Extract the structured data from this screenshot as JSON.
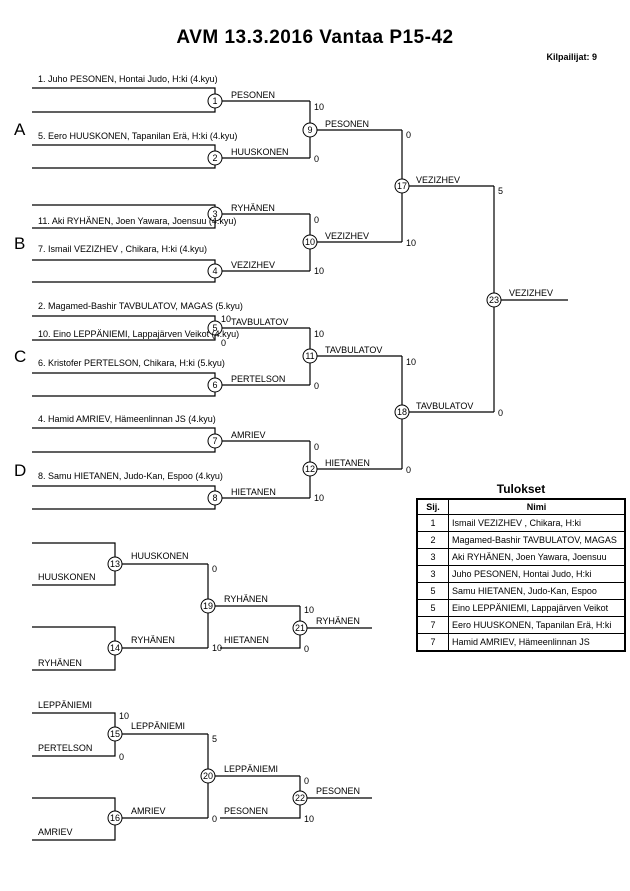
{
  "header": {
    "title": "AVM  13.3.2016  Vantaa    P15-42",
    "competitors": "Kilpailijat: 9"
  },
  "pools": [
    "A",
    "B",
    "C",
    "D"
  ],
  "entrants": [
    "1. Juho PESONEN, Hontai Judo, H:ki (4.kyu)",
    "5. Eero HUUSKONEN, Tapanilan Erä, H:ki (4.kyu)",
    "11. Aki RYHÄNEN, Joen Yawara, Joensuu (4.kyu)",
    "7. Ismail VEZIZHEV , Chikara, H:ki (4.kyu)",
    "2. Magamed-Bashir TAVBULATOV, MAGAS (5.kyu)",
    "10. Eino LEPPÄNIEMI, Lappajärven Veikot (4.kyu)",
    "6. Kristofer PERTELSON, Chikara, H:ki (5.kyu)",
    "4. Hamid AMRIEV, Hämeenlinnan JS (4.kyu)",
    "8. Samu HIETANEN, Judo-Kan, Espoo (4.kyu)"
  ],
  "matches": {
    "m1": {
      "number": "1",
      "winner": "PESONEN"
    },
    "m2": {
      "number": "2",
      "winner": "HUUSKONEN"
    },
    "m3": {
      "number": "3",
      "winner": "RYHÄNEN"
    },
    "m4": {
      "number": "4",
      "winner": "VEZIZHEV"
    },
    "m5": {
      "number": "5",
      "winner": "TAVBULATOV",
      "s_top": "10",
      "s_bot": "0"
    },
    "m6": {
      "number": "6",
      "winner": "PERTELSON"
    },
    "m7": {
      "number": "7",
      "winner": "AMRIEV"
    },
    "m8": {
      "number": "8",
      "winner": "HIETANEN"
    },
    "m9": {
      "number": "9",
      "winner": "PESONEN",
      "s_top": "10",
      "s_bot": "0"
    },
    "m10": {
      "number": "10",
      "winner": "VEZIZHEV",
      "s_top": "0",
      "s_bot": "10"
    },
    "m11": {
      "number": "11",
      "winner": "TAVBULATOV",
      "s_top": "10",
      "s_bot": "0"
    },
    "m12": {
      "number": "12",
      "winner": "HIETANEN",
      "s_top": "0",
      "s_bot": "10"
    },
    "m17": {
      "number": "17",
      "winner": "VEZIZHEV",
      "s_top": "0",
      "s_bot": "10"
    },
    "m18": {
      "number": "18",
      "winner": "TAVBULATOV",
      "s_top": "10",
      "s_bot": "0"
    },
    "m23": {
      "number": "23",
      "winner": "VEZIZHEV",
      "s_top": "5",
      "s_bot": "0"
    },
    "m13": {
      "number": "13",
      "winner": "HUUSKONEN",
      "entrant": "HUUSKONEN"
    },
    "m14": {
      "number": "14",
      "winner": "RYHÄNEN",
      "entrant": "RYHÄNEN"
    },
    "m19": {
      "number": "19",
      "winner": "RYHÄNEN",
      "s_top": "0",
      "s_bot": "10"
    },
    "m21": {
      "number": "21",
      "winner": "RYHÄNEN",
      "s_top": "10",
      "s_bot": "0",
      "entrant": "HIETANEN"
    },
    "m15": {
      "number": "15",
      "winner": "LEPPÄNIEMI",
      "s_top": "10",
      "s_bot": "0",
      "entrant_top": "LEPPÄNIEMI",
      "entrant_bot": "PERTELSON"
    },
    "m16": {
      "number": "16",
      "winner": "AMRIEV",
      "entrant": "AMRIEV"
    },
    "m20": {
      "number": "20",
      "winner": "LEPPÄNIEMI",
      "s_top": "5",
      "s_bot": "0"
    },
    "m22": {
      "number": "22",
      "winner": "PESONEN",
      "s_top": "0",
      "s_bot": "10",
      "entrant": "PESONEN"
    }
  },
  "results": {
    "title": "Tulokset",
    "col_rank": "Sij.",
    "col_name": "Nimi",
    "rows": [
      {
        "rank": "1",
        "name": "Ismail VEZIZHEV , Chikara, H:ki"
      },
      {
        "rank": "2",
        "name": "Magamed-Bashir TAVBULATOV, MAGAS"
      },
      {
        "rank": "3",
        "name": "Aki RYHÄNEN, Joen Yawara, Joensuu"
      },
      {
        "rank": "3",
        "name": "Juho PESONEN, Hontai Judo, H:ki"
      },
      {
        "rank": "5",
        "name": "Samu HIETANEN, Judo-Kan, Espoo"
      },
      {
        "rank": "5",
        "name": "Eino LEPPÄNIEMI, Lappajärven Veikot"
      },
      {
        "rank": "7",
        "name": "Eero HUUSKONEN, Tapanilan Erä, H:ki"
      },
      {
        "rank": "7",
        "name": "Hamid AMRIEV, Hämeenlinnan JS"
      }
    ]
  }
}
